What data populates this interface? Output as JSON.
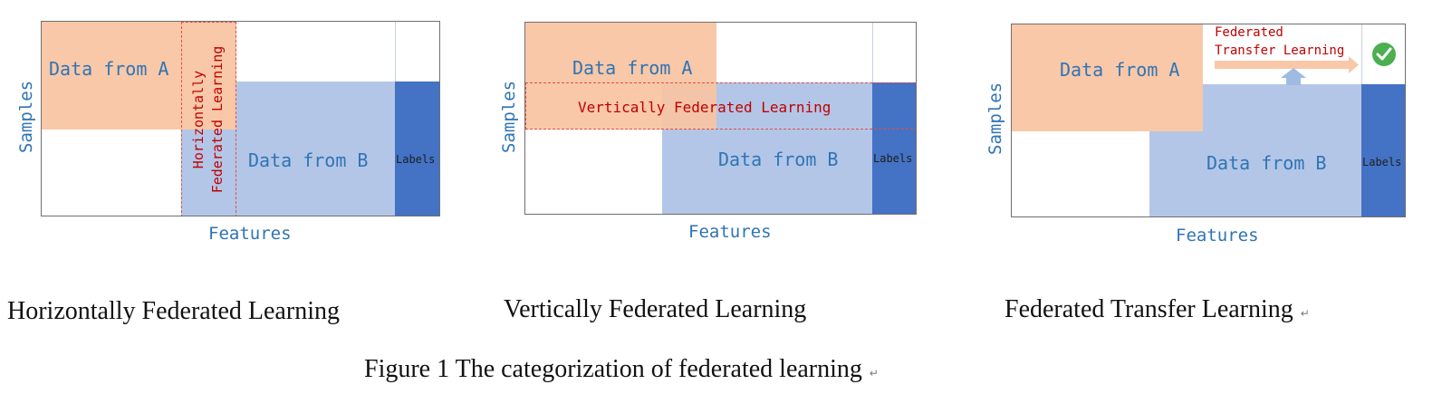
{
  "panels": {
    "horizontal": {
      "data_a": "Data from A",
      "data_b": "Data from B",
      "labels": "Labels",
      "method_line1": "Horizontally",
      "method_line2": "Federated Learning",
      "axis_y": "Samples",
      "axis_x": "Features",
      "caption": "Horizontally Federated Learning"
    },
    "vertical": {
      "data_a": "Data from A",
      "data_b": "Data from B",
      "labels": "Labels",
      "method": "Vertically Federated Learning",
      "axis_y": "Samples",
      "axis_x": "Features",
      "caption": "Vertically Federated Learning"
    },
    "transfer": {
      "data_a": "Data from A",
      "data_b": "Data from B",
      "labels": "Labels",
      "method_line1": "Federated",
      "method_line2": "Transfer Learning",
      "axis_y": "Samples",
      "axis_x": "Features",
      "caption": "Federated Transfer Learning"
    }
  },
  "figure_caption": "Figure 1 The categorization of federated learning",
  "colors": {
    "data_a": "#f8c8a8",
    "data_b": "#b3c6e7",
    "labels": "#4472c4",
    "text_blue": "#2f74b5",
    "text_red": "#c00000",
    "check": "#4caf50"
  }
}
